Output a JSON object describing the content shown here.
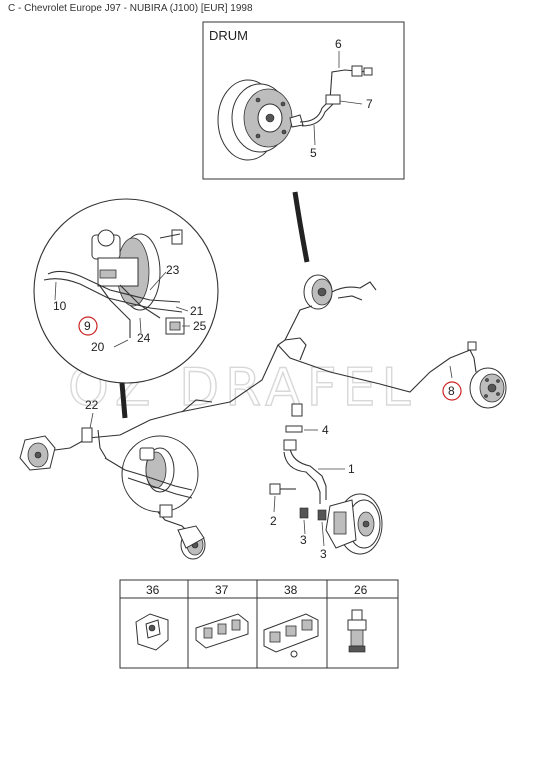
{
  "header": {
    "title": "C - Chevrolet Europe J97 - NUBIRA (J100) [EUR] 1998"
  },
  "drum_box": {
    "label": "DRUM"
  },
  "watermark": "OZ DRAFEL",
  "callouts": {
    "c1": "1",
    "c2": "2",
    "c3a": "3",
    "c3b": "3",
    "c4": "4",
    "c5": "5",
    "c6": "6",
    "c7": "7",
    "c8": "8",
    "c9": "9",
    "c10": "10",
    "c20": "20",
    "c21": "21",
    "c22": "22",
    "c23": "23",
    "c24": "24",
    "c25": "25"
  },
  "highlighted_callouts": [
    "8",
    "9"
  ],
  "highlight_color": "#cc2222",
  "parts_table": {
    "headers": [
      "36",
      "37",
      "38",
      "26"
    ]
  }
}
